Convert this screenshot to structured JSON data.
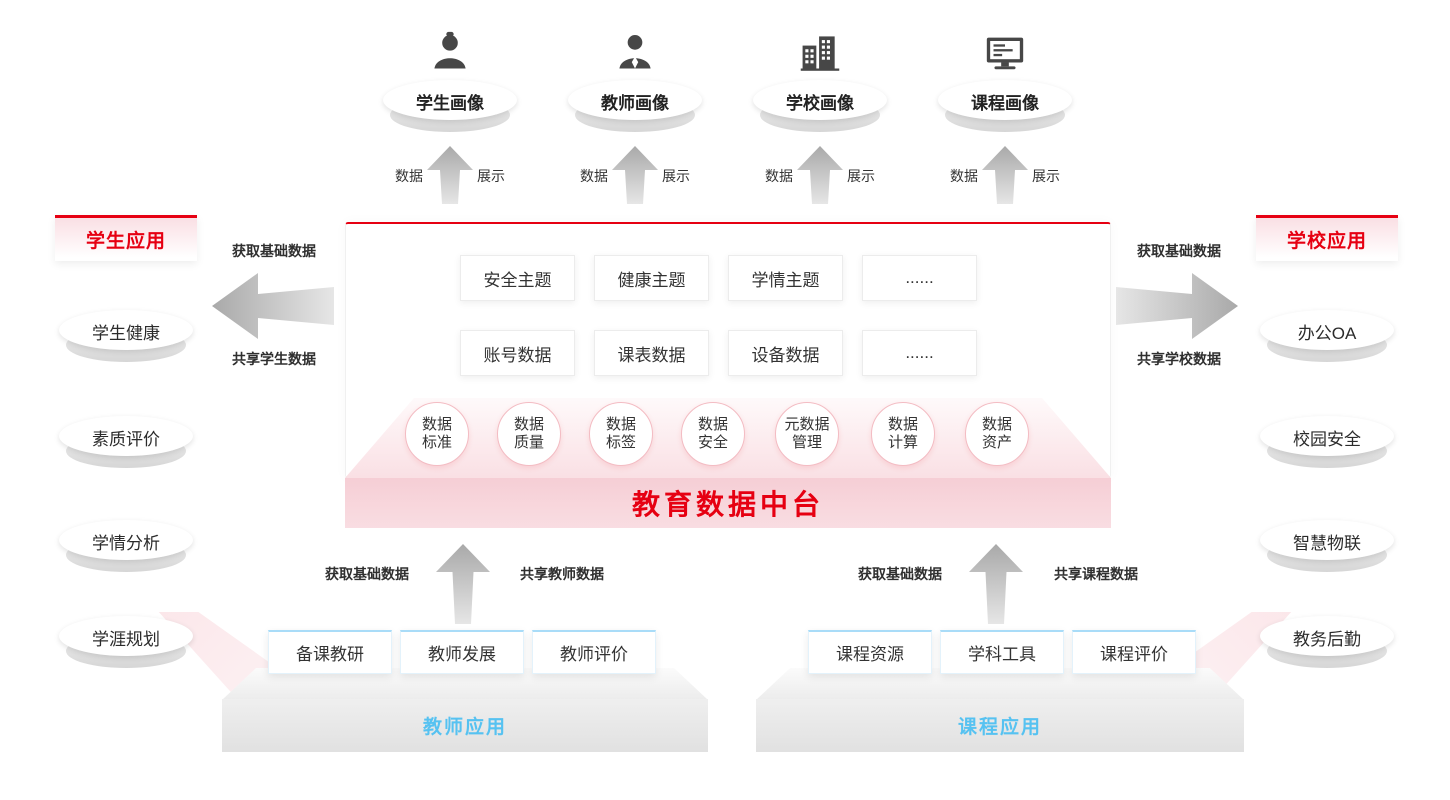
{
  "flow_labels": {
    "data": "数据",
    "display": "展示"
  },
  "portraits": [
    {
      "label": "学生画像",
      "icon": "student-icon"
    },
    {
      "label": "教师画像",
      "icon": "teacher-icon"
    },
    {
      "label": "学校画像",
      "icon": "school-icon"
    },
    {
      "label": "课程画像",
      "icon": "course-icon"
    }
  ],
  "center": {
    "theme_boxes": [
      "安全主题",
      "健康主题",
      "学情主题",
      "......"
    ],
    "data_boxes": [
      "账号数据",
      "课表数据",
      "设备数据",
      "......"
    ],
    "circles": [
      {
        "line1": "数据",
        "line2": "标准"
      },
      {
        "line1": "数据",
        "line2": "质量"
      },
      {
        "line1": "数据",
        "line2": "标签"
      },
      {
        "line1": "数据",
        "line2": "安全"
      },
      {
        "line1": "元数据",
        "line2": "管理"
      },
      {
        "line1": "数据",
        "line2": "计算"
      },
      {
        "line1": "数据",
        "line2": "资产"
      }
    ],
    "banner": "教育数据中台"
  },
  "left_panel": {
    "title": "学生应用",
    "items": [
      "学生健康",
      "素质评价",
      "学情分析",
      "学涯规划"
    ],
    "get_label": "获取基础数据",
    "share_label": "共享学生数据"
  },
  "right_panel": {
    "title": "学校应用",
    "items": [
      "办公OA",
      "校园安全",
      "智慧物联",
      "教务后勤"
    ],
    "get_label": "获取基础数据",
    "share_label": "共享学校数据"
  },
  "bottom_left": {
    "title": "教师应用",
    "boxes": [
      "备课教研",
      "教师发展",
      "教师评价"
    ],
    "get_label": "获取基础数据",
    "share_label": "共享教师数据"
  },
  "bottom_right": {
    "title": "课程应用",
    "boxes": [
      "课程资源",
      "学科工具",
      "课程评价"
    ],
    "get_label": "获取基础数据",
    "share_label": "共享课程数据"
  },
  "colors": {
    "accent_red": "#e60012",
    "banner_pink": "#f7d3d9",
    "accent_blue": "#56c2f1",
    "arrow_gray": "#bdbdbd"
  }
}
